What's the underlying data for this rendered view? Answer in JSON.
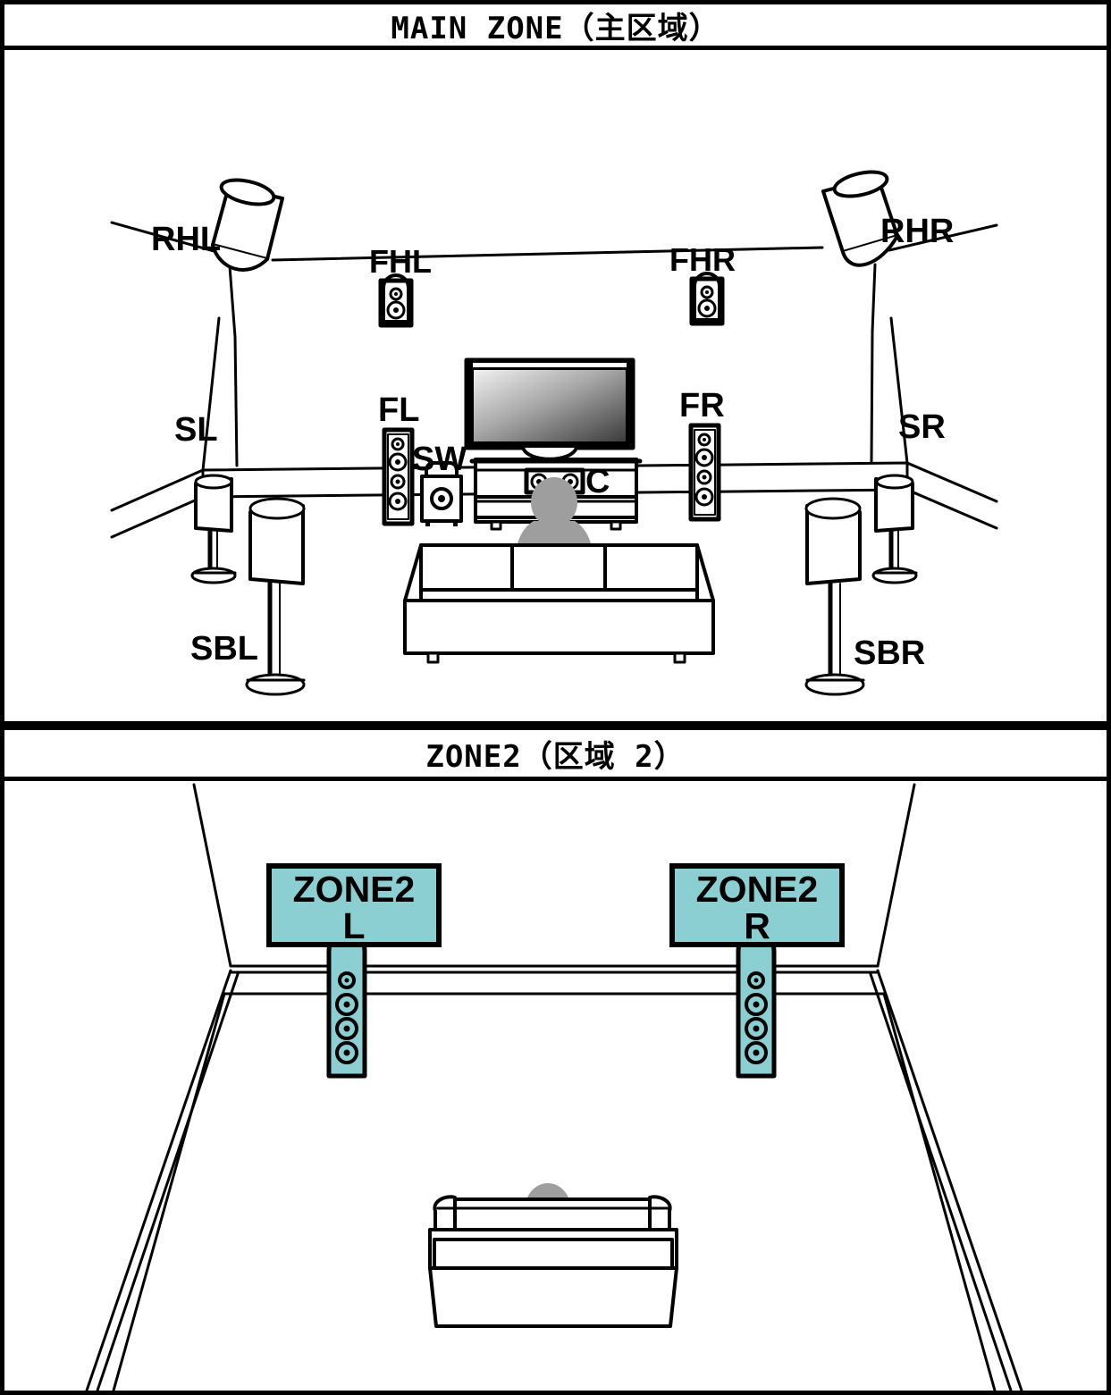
{
  "document": {
    "title": "Speaker layout diagram",
    "panels": [
      {
        "id": "main",
        "header": "MAIN ZONE（主区域）"
      },
      {
        "id": "zone2",
        "header": "ZONE2（区域 2）"
      }
    ]
  },
  "main_zone": {
    "header": "MAIN ZONE（主区域）",
    "speaker_labels": {
      "rhl": "RHL",
      "rhr": "RHR",
      "fhl": "FHL",
      "fhr": "FHR",
      "fl": "FL",
      "fr": "FR",
      "sw": "SW",
      "c": "C",
      "sl": "SL",
      "sr": "SR",
      "sbl": "SBL",
      "sbr": "SBR"
    },
    "speakers": [
      {
        "key": "RHL",
        "label": "RHL",
        "type": "ceiling-cylinder",
        "position": "ceiling-front-left"
      },
      {
        "key": "RHR",
        "label": "RHR",
        "type": "ceiling-cylinder",
        "position": "ceiling-front-right"
      },
      {
        "key": "FHL",
        "label": "FHL",
        "type": "wall-compact",
        "position": "front-height-left"
      },
      {
        "key": "FHR",
        "label": "FHR",
        "type": "wall-compact",
        "position": "front-height-right"
      },
      {
        "key": "FL",
        "label": "FL",
        "type": "floorstanding-tower",
        "position": "front-left"
      },
      {
        "key": "FR",
        "label": "FR",
        "type": "floorstanding-tower",
        "position": "front-right"
      },
      {
        "key": "C",
        "label": "C",
        "type": "center",
        "position": "center-under-tv"
      },
      {
        "key": "SW",
        "label": "SW",
        "type": "subwoofer",
        "position": "front-left-floor"
      },
      {
        "key": "SL",
        "label": "SL",
        "type": "stand-cylinder",
        "position": "surround-left"
      },
      {
        "key": "SR",
        "label": "SR",
        "type": "stand-cylinder",
        "position": "surround-right"
      },
      {
        "key": "SBL",
        "label": "SBL",
        "type": "stand-cylinder-tall",
        "position": "surround-back-left"
      },
      {
        "key": "SBR",
        "label": "SBR",
        "type": "stand-cylinder-tall",
        "position": "surround-back-right"
      }
    ],
    "furniture": [
      "television",
      "tv-cabinet",
      "sofa",
      "listener"
    ]
  },
  "zone2": {
    "header": "ZONE2（区域 2）",
    "callouts": [
      {
        "key": "zone2-l",
        "line1": "ZONE2",
        "line2": "L"
      },
      {
        "key": "zone2-r",
        "line1": "ZONE2",
        "line2": "R"
      }
    ],
    "speakers": [
      {
        "key": "ZONE2 L",
        "label": "ZONE2 L",
        "type": "wall-tower",
        "position": "left-wall"
      },
      {
        "key": "ZONE2 R",
        "label": "ZONE2 R",
        "type": "wall-tower",
        "position": "right-wall"
      }
    ],
    "furniture": [
      "sofa",
      "listener"
    ]
  },
  "colors": {
    "accent_teal": "#8CCFD2",
    "outline": "#000000",
    "background": "#FFFFFF",
    "figure_gray": "#9E9E9E"
  }
}
